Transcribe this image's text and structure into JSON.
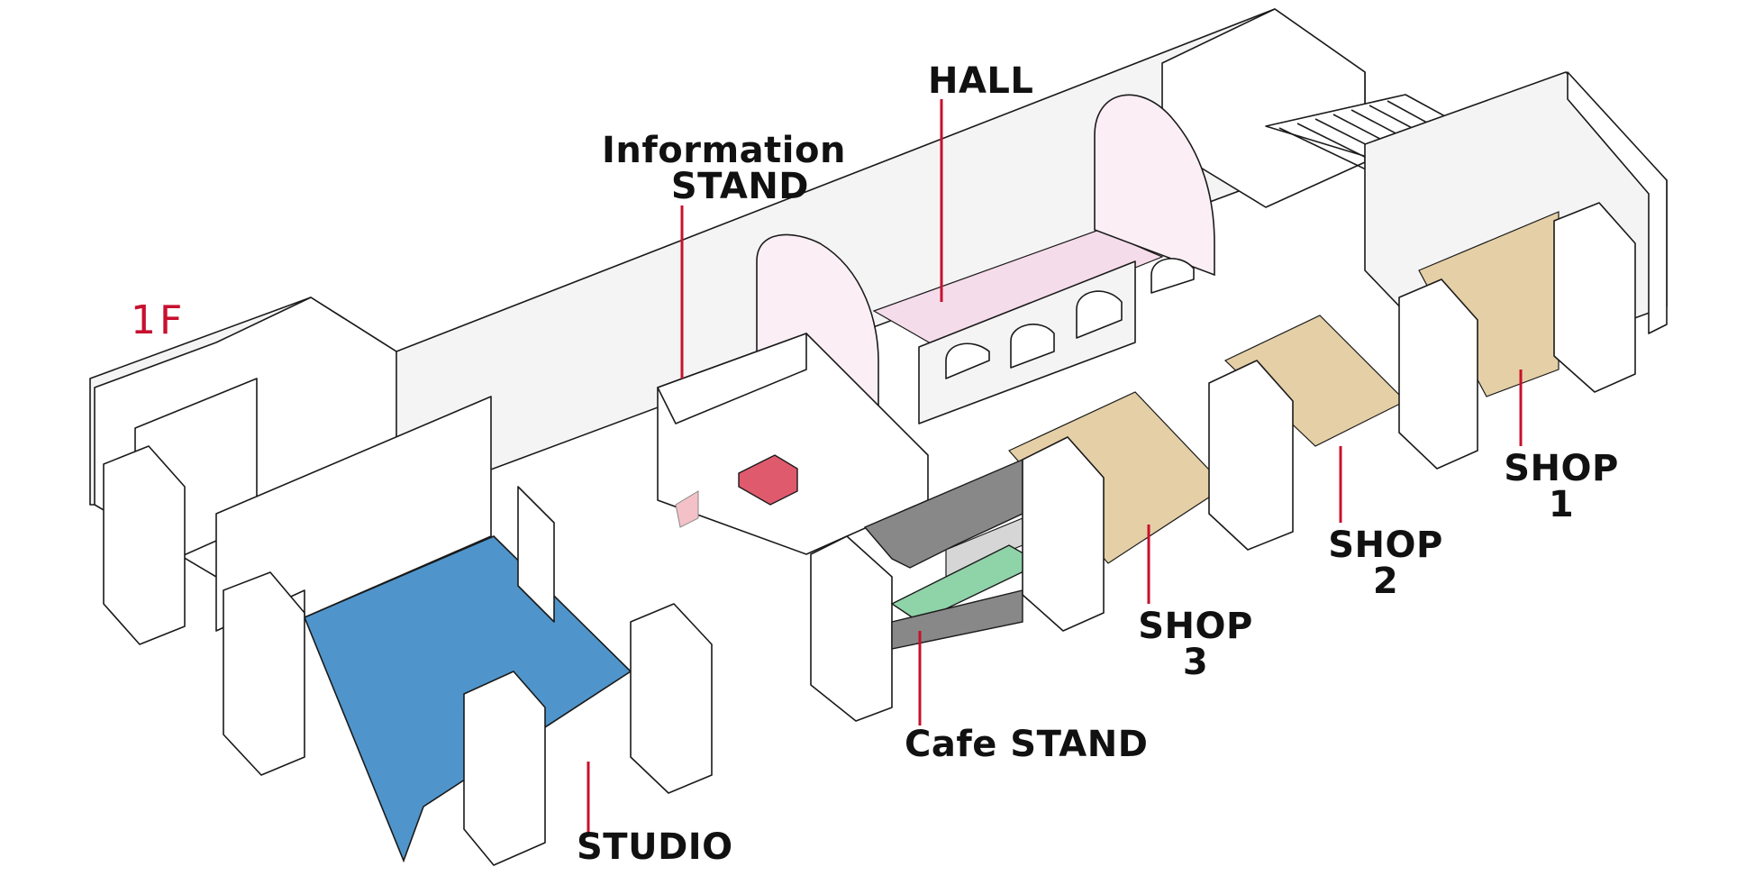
{
  "floor": "1F",
  "colors": {
    "studio": "#4f95cb",
    "shop": "#e4cfa6",
    "hall": "#f5dcea",
    "info_stand": "#e05a6e",
    "cafe_counter": "#8fd3a8",
    "cafe_back": "#888888",
    "leader": "#c8102e"
  },
  "labels": {
    "hall": "HALL",
    "info_line1": "Information",
    "info_line2": "STAND",
    "studio": "STUDIO",
    "cafe": "Cafe STAND",
    "shop3_line1": "SHOP",
    "shop3_line2": "3",
    "shop2_line1": "SHOP",
    "shop2_line2": "2",
    "shop1_line1": "SHOP",
    "shop1_line2": "1"
  }
}
